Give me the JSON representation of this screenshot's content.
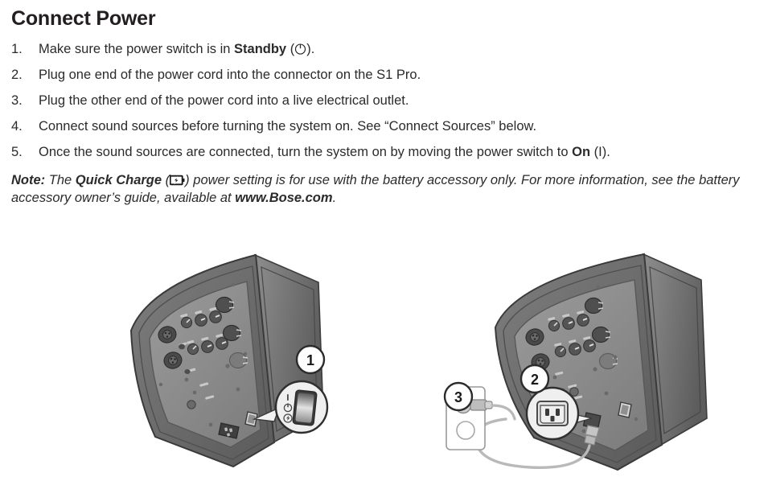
{
  "document": {
    "title": "Connect Power",
    "steps": [
      {
        "number": "1.",
        "text_before": "Make sure the power switch is in ",
        "bold": "Standby",
        "icon": "power-standby-icon",
        "text_after": ")."
      },
      {
        "number": "2.",
        "text_before": "Plug one end of the power cord into the connector on the S1 Pro.",
        "bold": "",
        "icon": "",
        "text_after": ""
      },
      {
        "number": "3.",
        "text_before": "Plug the other end of the power cord into a live electrical outlet.",
        "bold": "",
        "icon": "",
        "text_after": ""
      },
      {
        "number": "4.",
        "text_before": "Connect sound sources before turning the system on. See “Connect Sources” below.",
        "bold": "",
        "icon": "",
        "text_after": ""
      },
      {
        "number": "5.",
        "text_before": "Once the sound sources are connected, turn the system on by moving the power switch to ",
        "bold": "On",
        "icon": "",
        "text_after": " (I)."
      }
    ],
    "note": {
      "lead": "Note:",
      "part1": " The ",
      "bold1": "Quick Charge",
      "paren_open": " (",
      "icon": "quick-charge-battery-icon",
      "paren_close": ") ",
      "part2": "power setting is for use with the battery accessory only. For more information, see the battery accessory owner’s guide, available at ",
      "bold2": "www.Bose.com",
      "part3": "."
    }
  },
  "figure": {
    "left_illustration": {
      "name": "s1-pro-rear-panel-power-switch",
      "callout": "1",
      "magnifier_symbols": [
        "I",
        "power-standby-icon",
        "quick-charge-battery-icon"
      ],
      "detail": "rocker-power-switch"
    },
    "right_illustration": {
      "name": "s1-pro-rear-panel-power-cord",
      "callouts": [
        {
          "number": "2",
          "target": "iec-power-inlet"
        },
        {
          "number": "3",
          "target": "wall-outlet"
        }
      ]
    }
  },
  "colors": {
    "text": "#2b2b2b",
    "title": "#111111",
    "speaker_body_dark": "#6e6e6e",
    "speaker_panel": "#8f8f8f",
    "speaker_outline": "#3d3d3d",
    "callout_fill": "#ffffff",
    "callout_ring": "#2b2b2b",
    "cord": "#b9b9b9"
  }
}
